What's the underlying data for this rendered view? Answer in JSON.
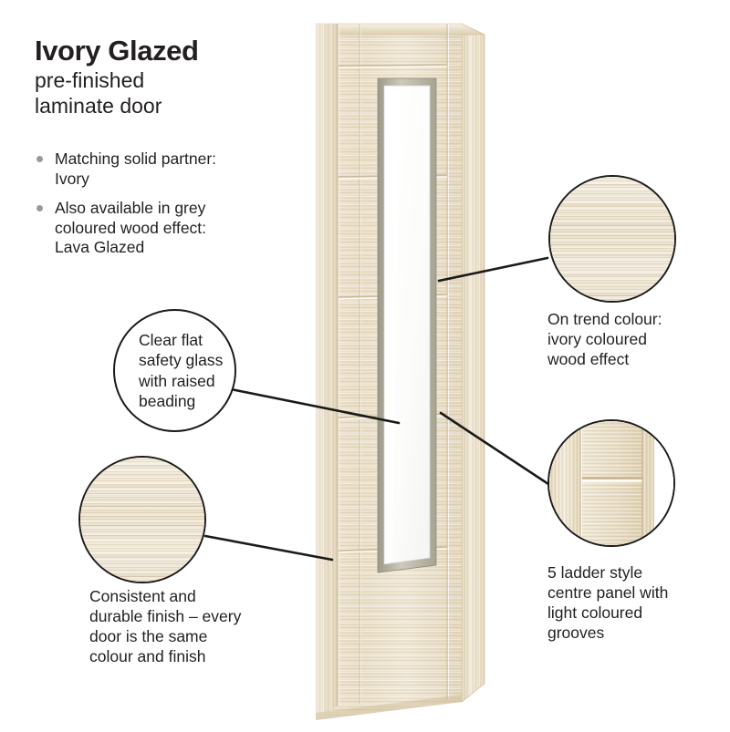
{
  "header": {
    "title": "Ivory Glazed",
    "subtitle_line1": "pre-finished",
    "subtitle_line2": "laminate door"
  },
  "bullets": [
    {
      "line1": "Matching solid partner:",
      "line2": "Ivory"
    },
    {
      "line1": "Also available in grey",
      "line2": "coloured wood effect:",
      "line3": "Lava Glazed"
    }
  ],
  "callouts": {
    "glass": {
      "name": "clear-flat-safety-glass",
      "text_line1": "Clear flat",
      "text_line2": "safety glass",
      "text_line3": "with raised",
      "text_line4": "beading",
      "style": "text-in-circle"
    },
    "finish": {
      "name": "consistent-durable-finish",
      "caption_line1": "Consistent and",
      "caption_line2": "durable finish – every",
      "caption_line3": "door is the same",
      "caption_line4": "colour and finish",
      "swatch": "ivory-wood-grain-horizontal"
    },
    "colour": {
      "name": "on-trend-colour",
      "caption_line1": "On trend colour:",
      "caption_line2": "ivory coloured",
      "caption_line3": "wood effect",
      "swatch": "ivory-wood-grain-horizontal"
    },
    "panel": {
      "name": "ladder-style-centre-panel",
      "caption_line1": "5 ladder style",
      "caption_line2": "centre panel with",
      "caption_line3": "light coloured",
      "caption_line4": "grooves",
      "swatch": "door-edge-groove-detail"
    }
  },
  "product_image": {
    "name": "ivory-glazed-laminate-door",
    "description": "Ivory coloured wood effect laminate door shown at an angle with a tall clear glazed centre panel and five horizontal ladder style grooves"
  },
  "colors": {
    "background": "#ffffff",
    "text": "#231f20",
    "bullet_dot": "#9a9a9a",
    "line": "#1a1a1a",
    "wood_light": "#f3ecdd",
    "wood_mid": "#e6dac1",
    "wood_dark": "#d9c9aa",
    "glass": "#fdfdfc",
    "bead": "#b9b2a0"
  }
}
